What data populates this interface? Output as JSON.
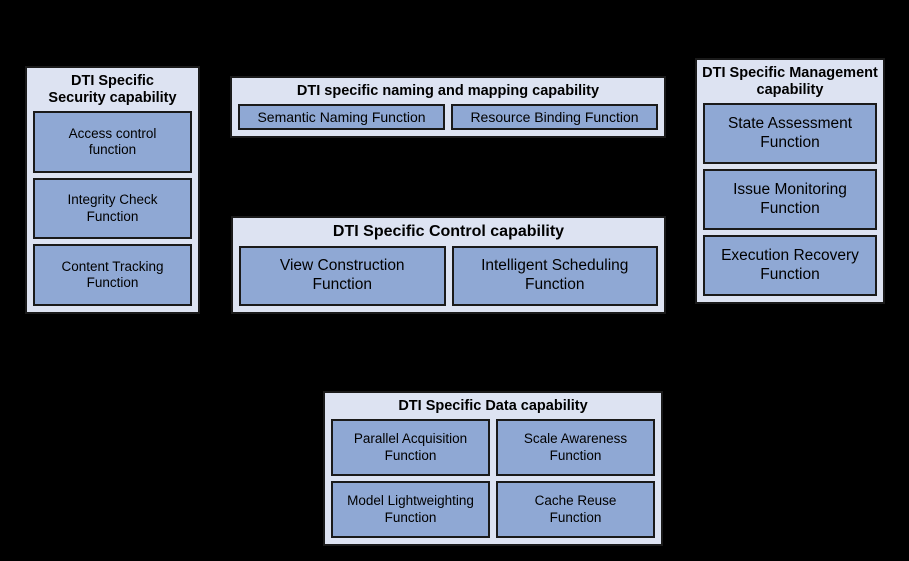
{
  "diagram": {
    "background_color": "#000000",
    "panel_fill_color": "#dde3f2",
    "function_fill_color": "#8fa8d4",
    "border_color": "#1a1a1a",
    "panels": [
      {
        "id": "security",
        "title": "DTI Specific\nSecurity capability",
        "functions": [
          "Access control\nfunction",
          "Integrity Check\nFunction",
          "Content Tracking\nFunction"
        ]
      },
      {
        "id": "naming",
        "title": "DTI specific naming and mapping capability",
        "functions": [
          "Semantic Naming Function",
          "Resource Binding Function"
        ]
      },
      {
        "id": "control",
        "title": "DTI Specific Control capability",
        "functions": [
          "View Construction\nFunction",
          "Intelligent Scheduling\nFunction"
        ]
      },
      {
        "id": "management",
        "title": "DTI Specific Management\ncapability",
        "functions": [
          "State Assessment\nFunction",
          "Issue Monitoring\nFunction",
          "Execution Recovery\nFunction"
        ]
      },
      {
        "id": "data",
        "title": "DTI Specific Data capability",
        "functions": [
          "Parallel Acquisition\nFunction",
          "Scale Awareness\nFunction",
          "Model Lightweighting\nFunction",
          "Cache Reuse\nFunction"
        ]
      }
    ]
  }
}
